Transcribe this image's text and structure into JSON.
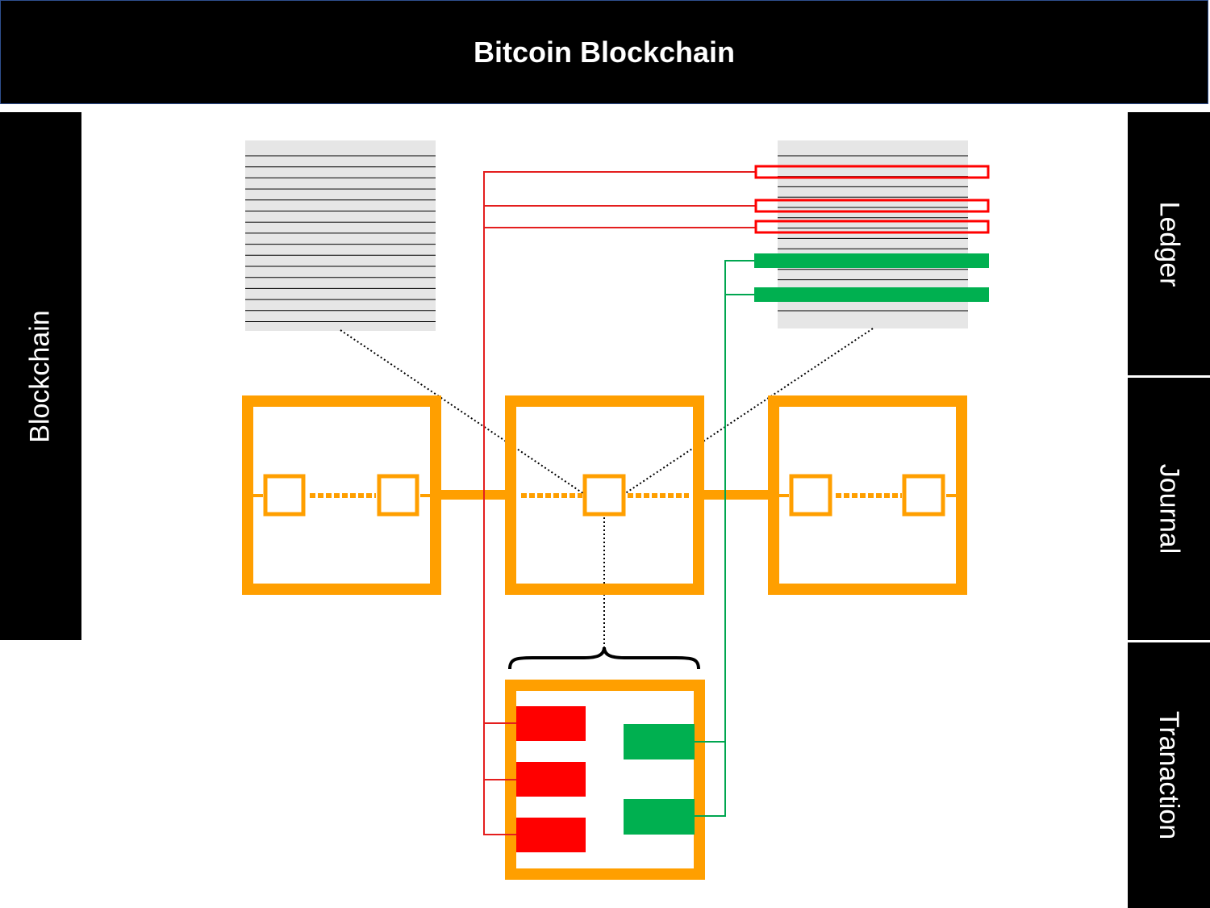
{
  "title": "Bitcoin Blockchain",
  "labels": {
    "left": "Blockchain",
    "right_top": "Ledger",
    "right_middle": "Journal",
    "right_bottom": "Tranaction"
  },
  "colors": {
    "block_orange": "#ff9f00",
    "input_red": "#ff0000",
    "output_green": "#00b050",
    "ledger_gray": "#e6e6e6",
    "header_black": "#000000"
  },
  "diagram": {
    "blocks": 3,
    "transactions_per_block_shown": 2,
    "transaction_inputs": 3,
    "transaction_outputs": 2,
    "ledger_rows": 16,
    "spent_ledger_rows": 3,
    "new_ledger_rows": 2
  }
}
